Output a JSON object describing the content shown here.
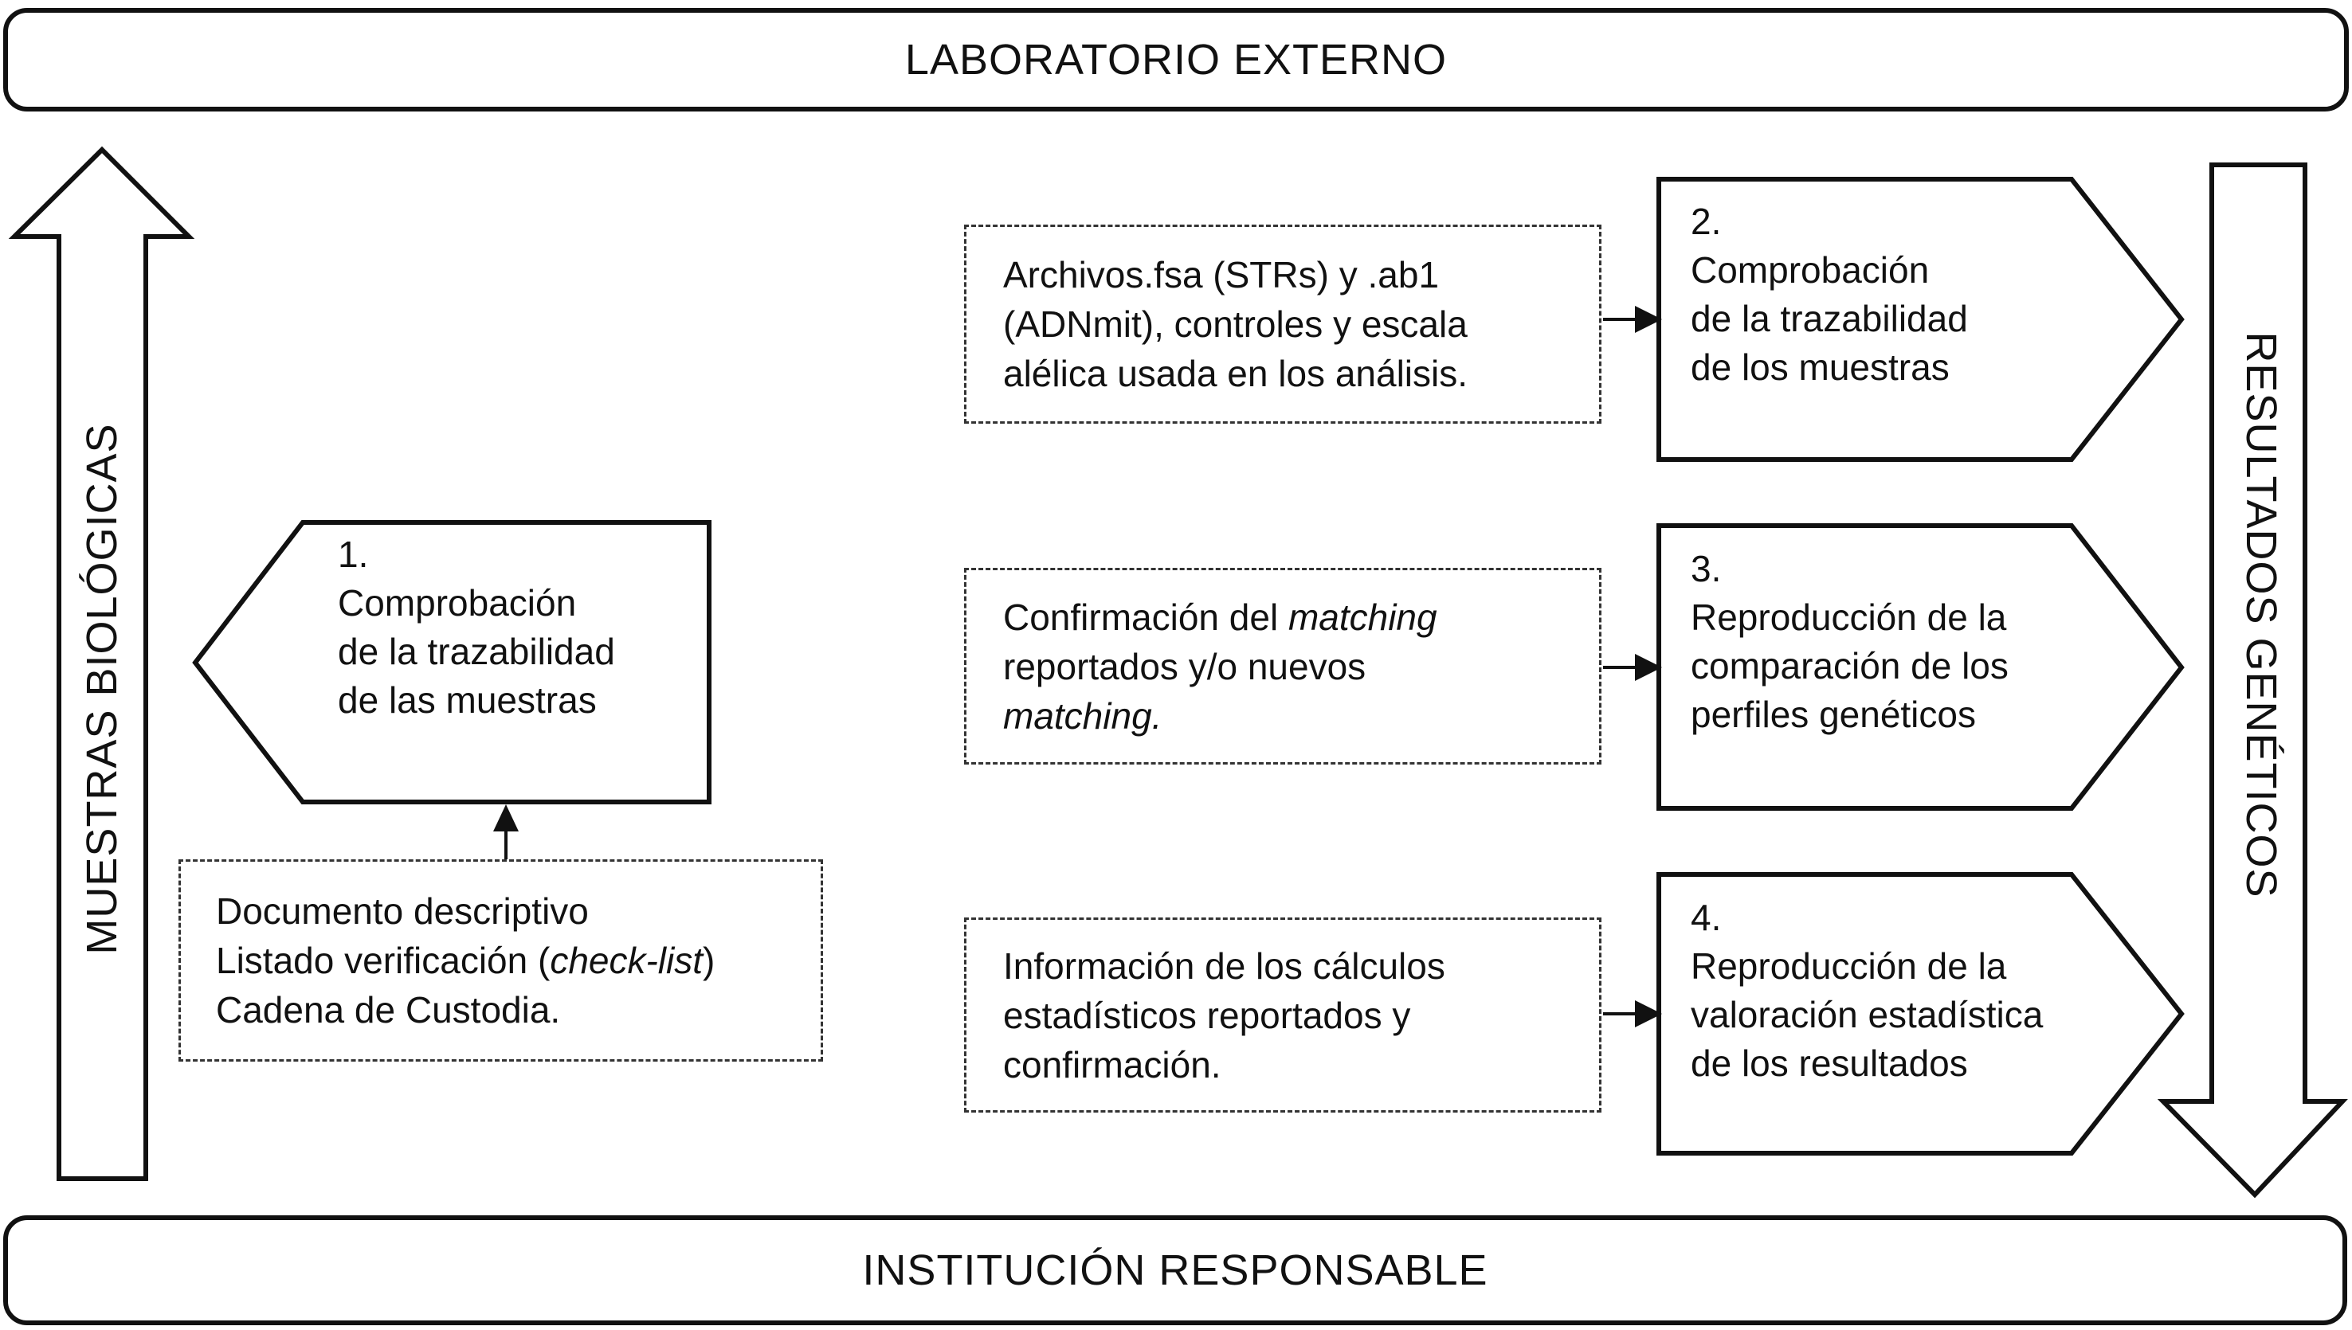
{
  "colors": {
    "ink": "#111111",
    "background": "#ffffff"
  },
  "banners": {
    "top": "LABORATORIO EXTERNO",
    "bottom": "INSTITUCIÓN RESPONSABLE"
  },
  "side_arrows": {
    "left_label": "MUESTRAS BIOLÓGICAS",
    "right_label": "RESULTADOS GENÉTICOS"
  },
  "steps": {
    "step1": {
      "number": "1.",
      "lines": [
        "Comprobación",
        "de la trazabilidad",
        "de las muestras"
      ]
    },
    "step2": {
      "number": "2.",
      "lines": [
        "Comprobación",
        "de la trazabilidad",
        "de los muestras"
      ]
    },
    "step3": {
      "number": "3.",
      "lines": [
        "Reproducción de la",
        "comparación de los",
        "perfiles genéticos"
      ]
    },
    "step4": {
      "number": "4.",
      "lines": [
        "Reproducción de la",
        "valoración estadística",
        "de los resultados"
      ]
    }
  },
  "notes": {
    "docs": {
      "line1": "Documento descriptivo",
      "line2_pre": "Listado verificación (",
      "line2_italic": "check-list",
      "line2_post": ")",
      "line3": "Cadena de Custodia."
    },
    "files": {
      "line1": "Archivos.fsa (STRs) y .ab1",
      "line2": "(ADNmit), controles y escala",
      "line3": "alélica usada en los análisis."
    },
    "matching": {
      "line1_pre": "Confirmación del ",
      "line1_italic": "matching",
      "line2": "reportados y/o nuevos",
      "line3_italic": "matching."
    },
    "stats": {
      "line1": "Información de los cálculos",
      "line2": "estadísticos reportados y",
      "line3": "confirmación."
    }
  }
}
